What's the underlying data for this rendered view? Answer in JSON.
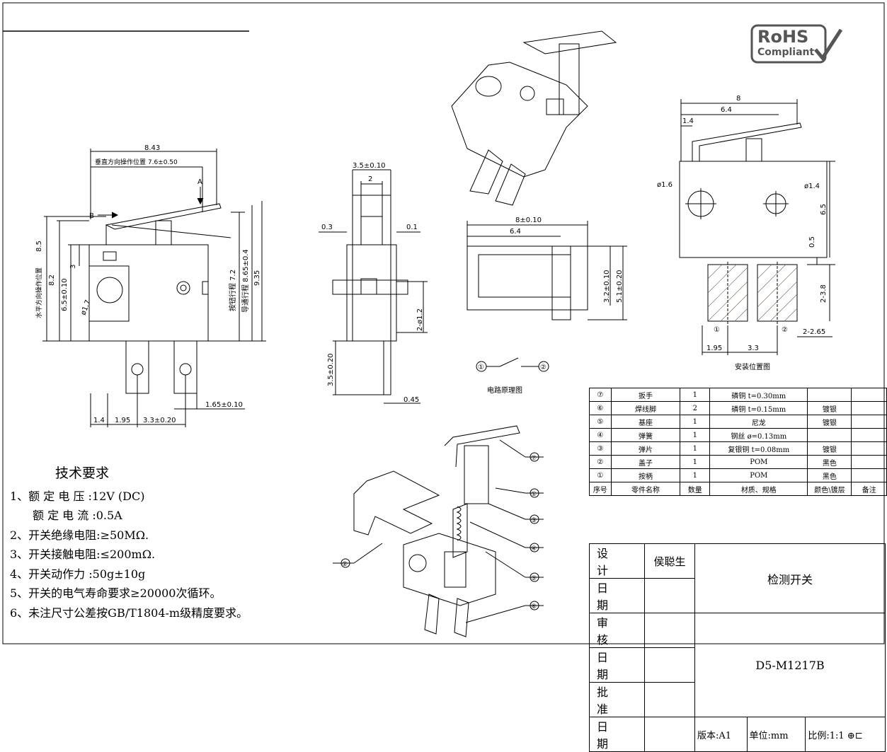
{
  "logo": {
    "line1": "RoHS",
    "line2": "Compliant"
  },
  "tech": {
    "title": "技术要求",
    "items": [
      "1、额 定 电 压 :12V (DC)",
      "额 定 电 流 :0.5A",
      "2、开关绝缘电阻:≥50MΩ.",
      "3、开关接触电阻:≤200mΩ.",
      "4、开关动作力  :50g±10g",
      "5、开关的电气寿命要求≥20000次循环。",
      "6、未注尺寸公差按GB/T1804-m级精度要求。"
    ]
  },
  "dims": {
    "front": {
      "w": "8.43",
      "op": "垂直方向操作位置 7.6±0.50",
      "a": "A",
      "b": "B",
      "h85": "8.5",
      "h85lbl": "水平方向操作位置",
      "h82": "8.2",
      "h3": "3",
      "h65": "6.5±0.10",
      "d17": "ø1.7",
      "tr": "按钮行程 7.2",
      "tr2": "导通行程 8.65±0.4",
      "h935": "9.35",
      "b14": "1.4",
      "b195": "1.95",
      "b33": "3.3±0.20",
      "b165": "1.65±0.10"
    },
    "side": {
      "w35": "3.5±0.10",
      "w2": "2",
      "l03": "0.3",
      "r01": "0.1",
      "d12": "2-ø1.2",
      "h35": "3.5±0.20",
      "t045": "0.45"
    },
    "bottom": {
      "w8": "8±0.10",
      "w64": "6.4",
      "h32": "3.2±0.10",
      "h51": "5.1±0.20"
    },
    "mount": {
      "w8": "8",
      "w64": "6.4",
      "w14": "1.4",
      "d16": "ø1.6",
      "d14": "ø1.4",
      "h65": "6.5",
      "h05": "0.5",
      "h38": "2-3.8",
      "w265": "2-2.65",
      "b195": "1.95",
      "b33": "3.3",
      "p1": "①",
      "p2": "②",
      "caption": "安装位置图"
    },
    "circuit": {
      "p1": "①",
      "p2": "②",
      "caption": "电路原理图"
    }
  },
  "callouts": [
    "⑦",
    "①",
    "③",
    "④",
    "⑤",
    "⑥",
    "②"
  ],
  "bom": {
    "rows": [
      [
        "⑦",
        "扳手",
        "1",
        "磷铜 t=0.30mm",
        "",
        ""
      ],
      [
        "⑥",
        "焊线脚",
        "2",
        "磷铜 t=0.15mm",
        "镀银",
        ""
      ],
      [
        "⑤",
        "基座",
        "1",
        "尼龙",
        "镀银",
        ""
      ],
      [
        "④",
        "弹簧",
        "1",
        "钢丝 ø=0.13mm",
        "",
        ""
      ],
      [
        "③",
        "弹片",
        "1",
        "复银铜 t=0.08mm",
        "镀银",
        ""
      ],
      [
        "②",
        "盖子",
        "1",
        "POM",
        "黑色",
        ""
      ],
      [
        "①",
        "按柄",
        "1",
        "POM",
        "黑色",
        ""
      ]
    ],
    "header": [
      "序号",
      "零件名称",
      "数量",
      "材质、规格",
      "颜色\\镀层",
      "备注"
    ]
  },
  "titleblock": {
    "design": "设 计",
    "designer": "侯聪生",
    "date": "日 期",
    "review": "审 核",
    "approve": "批 准",
    "name": "检测开关",
    "code": "D5-M1217B",
    "version": "版本:A1",
    "unit": "单位:mm",
    "scale": "比例:1:1"
  }
}
